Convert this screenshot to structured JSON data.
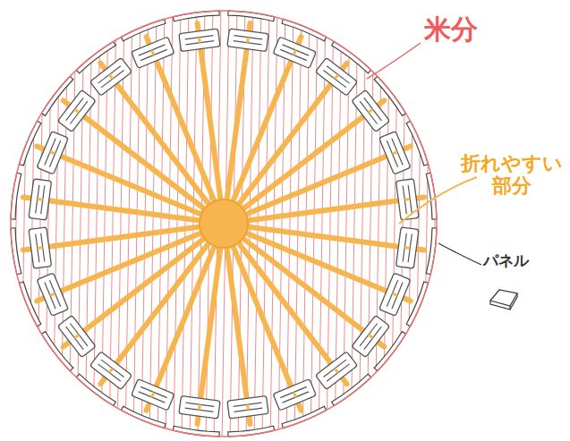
{
  "diagram": {
    "labels": [
      "米分",
      "折れやすい 部分",
      "パネル"
    ]
  }
}
